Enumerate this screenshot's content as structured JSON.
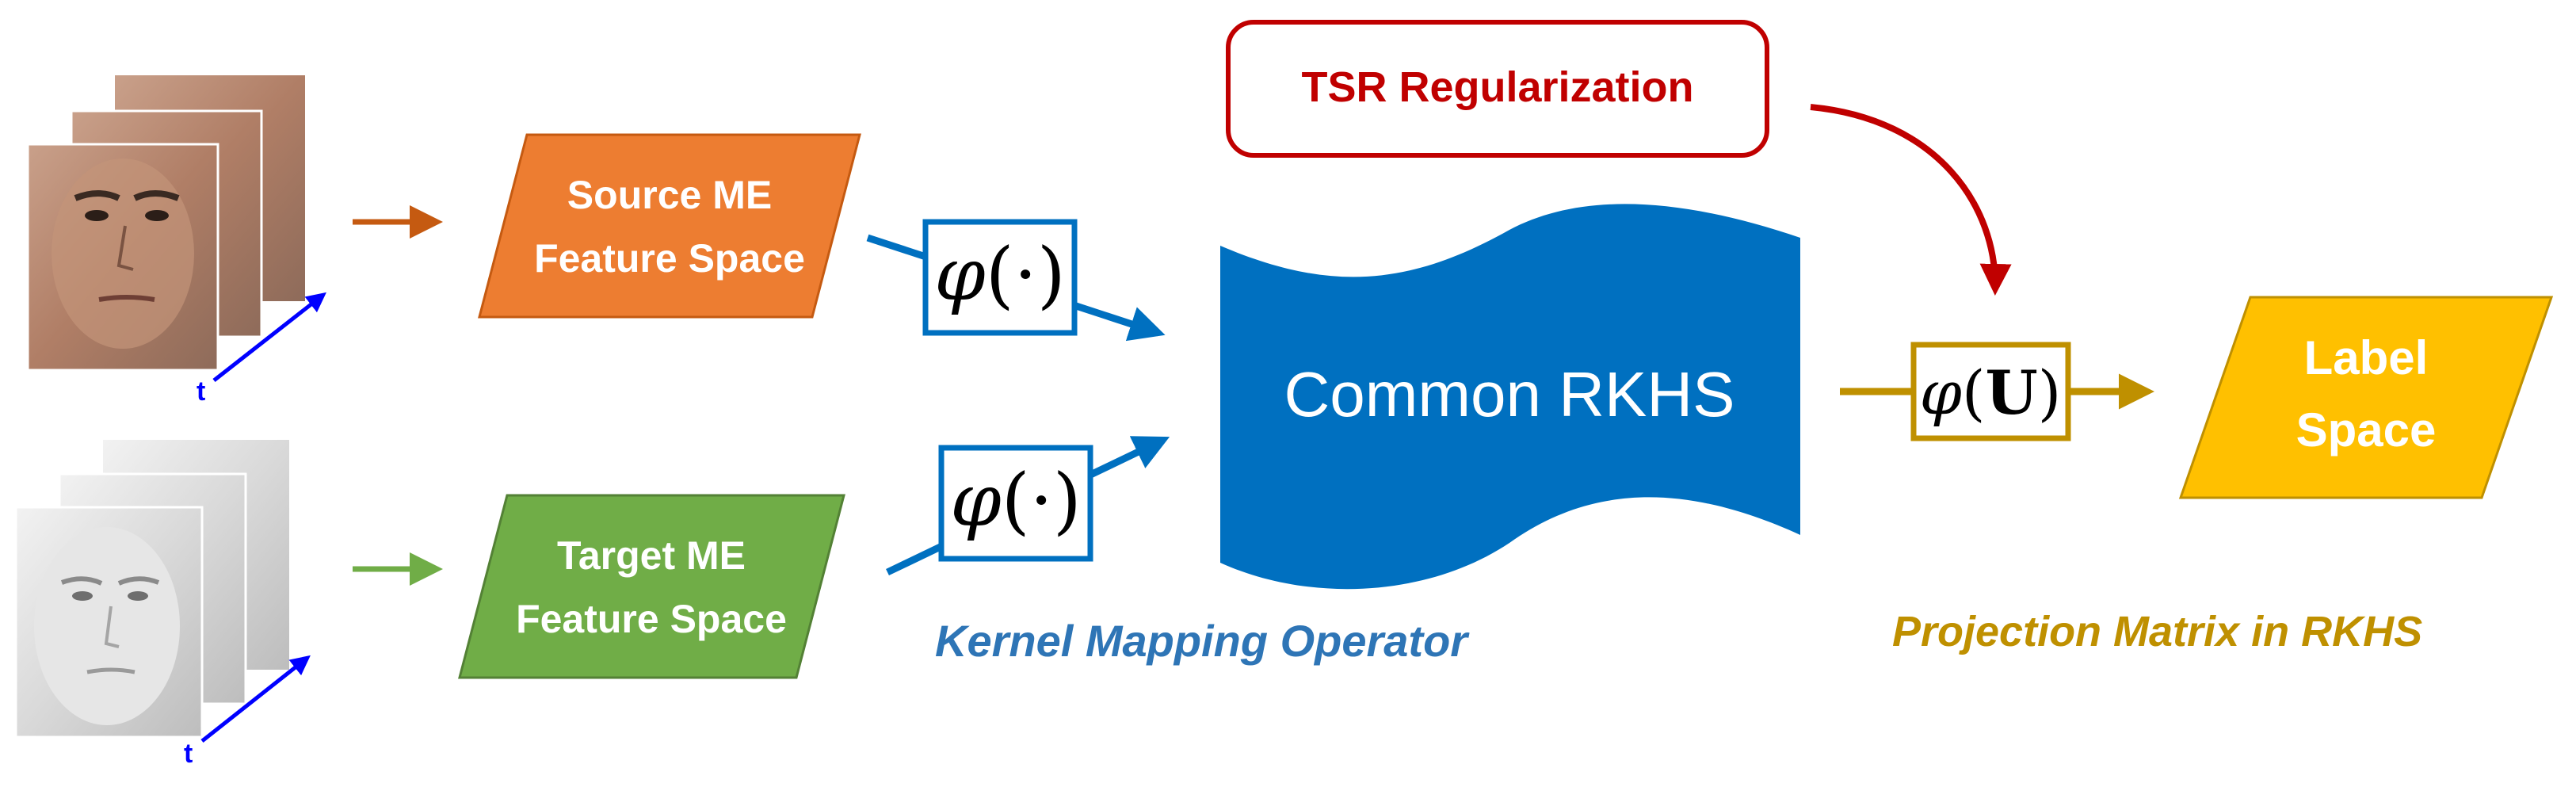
{
  "source_box": {
    "line1": "Source ME",
    "line2": "Feature Space"
  },
  "target_box": {
    "line1": "Target ME",
    "line2": "Feature Space"
  },
  "kernel_source": {
    "phi": "φ",
    "arg": "(·)"
  },
  "kernel_target": {
    "phi": "φ",
    "arg": "(·)"
  },
  "rkhs": {
    "label": "Common RKHS"
  },
  "regularization": {
    "label": "TSR Regularization"
  },
  "projection_box": {
    "phi": "φ",
    "open": "(",
    "mat": "U",
    "close": ")"
  },
  "label_box": {
    "line1": "Label",
    "line2": "Space"
  },
  "kernel_caption": "Kernel Mapping Operator",
  "projection_caption": "Projection Matrix in RKHS",
  "time_axis": {
    "source": "t",
    "target": "t"
  },
  "colors": {
    "source_fill": "#ED7D31",
    "target_fill": "#70AD47",
    "rkhs_fill": "#0070C0",
    "kernel_blue": "#0070C0",
    "regularization_red": "#C00000",
    "projection_gold": "#BF9000",
    "label_fill": "#FFC000",
    "time_axis": "#0000FF"
  }
}
